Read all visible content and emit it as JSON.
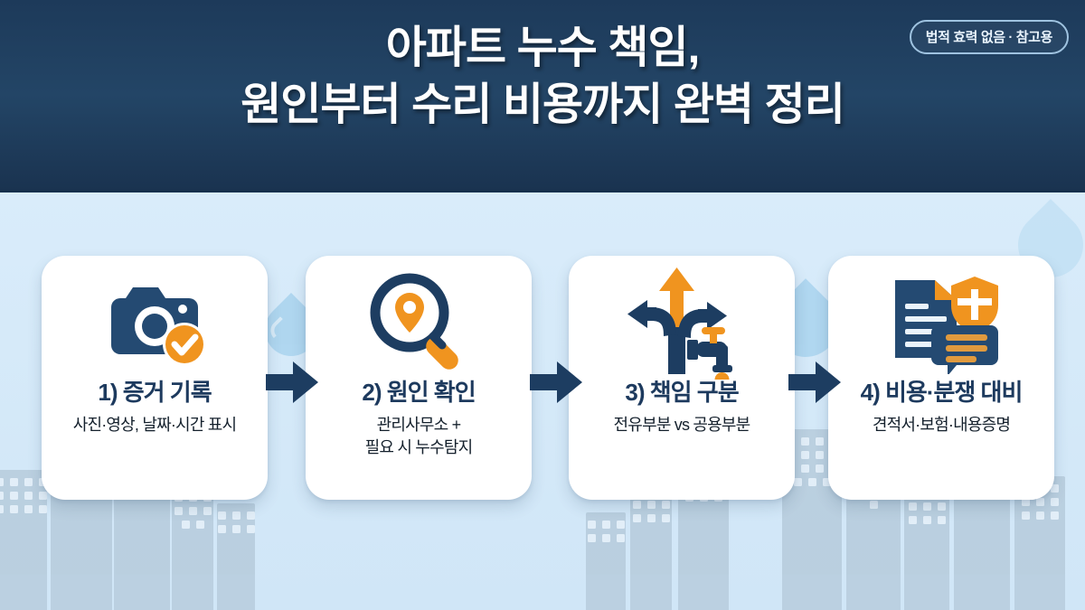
{
  "header": {
    "title": "아파트 누수 책임,\n원인부터 수리 비용까지 완벽 정리",
    "badge": "법적 효력 없음 · 참고용",
    "bg_color": "#1d3a5a",
    "title_color": "#ffffff"
  },
  "theme": {
    "navy": "#234a70",
    "orange": "#f0941f",
    "page_bg": "#d8ecfa",
    "card_bg": "#ffffff",
    "building": "#b9cede",
    "droplet": "#a9d3ee"
  },
  "steps": [
    {
      "icon": "camera-check-icon",
      "title": "1) 증거 기록",
      "subtitle": "사진·영상, 날짜·시간 표시"
    },
    {
      "icon": "magnifier-location-icon",
      "title": "2) 원인 확인",
      "subtitle": "관리사무소 +\n필요 시 누수탐지"
    },
    {
      "icon": "branching-arrows-faucet-icon",
      "title": "3) 책임 구분",
      "subtitle": "전유부분 vs 공용부분"
    },
    {
      "icon": "document-shield-chat-icon",
      "title": "4) 비용·분쟁 대비",
      "subtitle": "견적서·보험·내용증명"
    }
  ],
  "connectors": [
    {
      "name": "arrow-right-icon"
    },
    {
      "name": "arrow-right-icon"
    },
    {
      "name": "arrow-right-icon"
    }
  ]
}
